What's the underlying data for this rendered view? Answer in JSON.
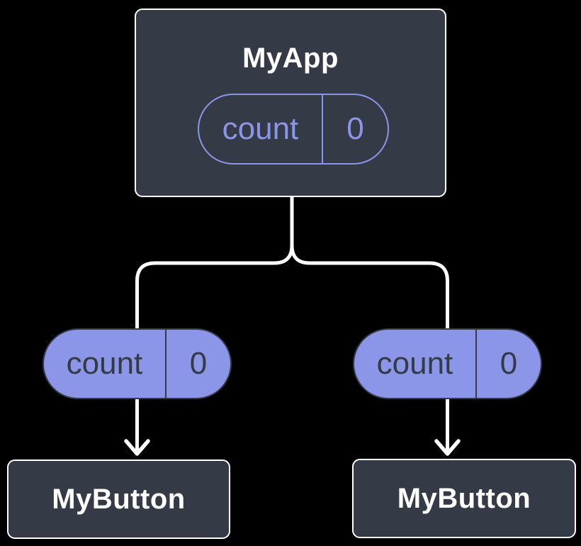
{
  "colors": {
    "background": "#000000",
    "box_fill": "#343a46",
    "box_border": "#ffffff",
    "accent_purple": "#8b96e8",
    "pill_dark_text": "#343a46",
    "title_text": "#ffffff",
    "connector": "#ffffff"
  },
  "root_box": {
    "title": "MyApp",
    "state_pill": {
      "label": "count",
      "value": "0"
    }
  },
  "prop_pills": [
    {
      "label": "count",
      "value": "0"
    },
    {
      "label": "count",
      "value": "0"
    }
  ],
  "child_boxes": [
    {
      "title": "MyButton"
    },
    {
      "title": "MyButton"
    }
  ]
}
